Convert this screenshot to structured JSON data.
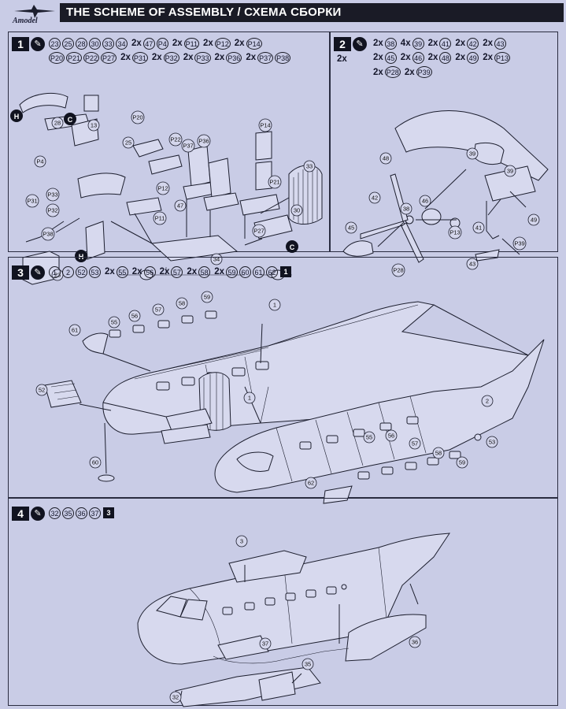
{
  "header": {
    "logo_text": "Amodel",
    "title": "THE SCHEME OF ASSEMBLY / СХЕМА СБОРКИ"
  },
  "steps": [
    {
      "number": "1",
      "parts_lines": [
        [
          "23",
          "25",
          "28",
          "30",
          "33",
          "34",
          "2x",
          "47",
          "P4",
          "2x",
          "P11",
          "2x",
          "P12",
          "2x",
          "P14"
        ],
        [
          "P20",
          "P21",
          "P22",
          "P27",
          "2x",
          "P31",
          "2x",
          "P32",
          "2x",
          "P33",
          "2x",
          "P36",
          "2x",
          "P37",
          "P38"
        ]
      ],
      "callouts": [
        "28",
        "P4",
        "13",
        "25",
        "P20",
        "P37",
        "P36",
        "P22",
        "P14",
        "P21",
        "P31",
        "P33",
        "P32",
        "P38",
        "23",
        "P12",
        "P11",
        "47",
        "30",
        "P27",
        "34",
        "33"
      ]
    },
    {
      "number": "2",
      "parts_lines": [
        [
          "2x",
          "38",
          "4x",
          "39",
          "2x",
          "41",
          "2x",
          "42",
          "2x",
          "43"
        ],
        [
          "2x",
          "45",
          "2x",
          "46",
          "2x",
          "48",
          "2x",
          "49",
          "2x",
          "P13"
        ],
        [
          "2x",
          "P28",
          "2x",
          "P39"
        ]
      ],
      "extra_multiplier": "2x",
      "callouts": [
        "48",
        "39",
        "39",
        "42",
        "38",
        "46",
        "45",
        "41",
        "P13",
        "49",
        "P39",
        "43",
        "P28"
      ]
    },
    {
      "number": "3",
      "parts_lines": [
        [
          "1",
          "2",
          "52",
          "53",
          "2x",
          "55",
          "2x",
          "56",
          "2x",
          "57",
          "2x",
          "58",
          "2x",
          "59",
          "60",
          "61",
          "62"
        ]
      ],
      "ref_step": "1",
      "callouts": [
        "61",
        "55",
        "56",
        "57",
        "58",
        "59",
        "1",
        "52",
        "60",
        "1",
        "2",
        "53",
        "59",
        "58",
        "57",
        "56",
        "55",
        "62"
      ]
    },
    {
      "number": "4",
      "parts_lines": [
        [
          "32",
          "35",
          "36",
          "37"
        ]
      ],
      "ref_step": "3",
      "callouts": [
        "3",
        "37",
        "36",
        "35",
        "32"
      ]
    }
  ]
}
